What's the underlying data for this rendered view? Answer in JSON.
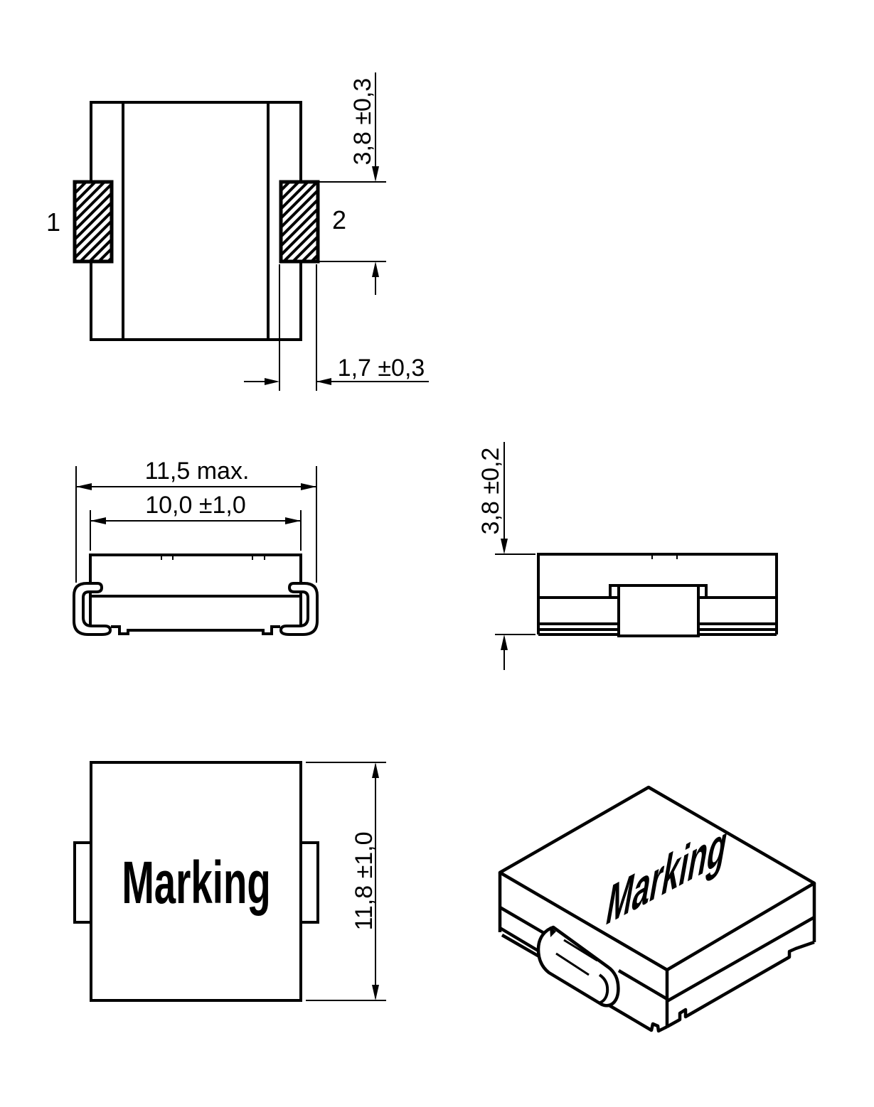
{
  "page": {
    "background_color": "#ffffff",
    "line_color": "#000000"
  },
  "drawing": {
    "top_view": {
      "terminal_1_label": "1",
      "terminal_2_label": "2",
      "dim_terminal_length": "3,8 ±0,3",
      "dim_terminal_width": "1,7 ±0,3"
    },
    "side_view": {
      "dim_overall_width": "11,5 max.",
      "dim_body_width": "10,0 ±1,0"
    },
    "front_view": {
      "dim_height": "3,8 ±0,2"
    },
    "marking_view": {
      "marking_text": "Marking",
      "dim_depth": "11,8 ±1,0"
    },
    "iso_view": {
      "marking_text": "Marking"
    }
  }
}
